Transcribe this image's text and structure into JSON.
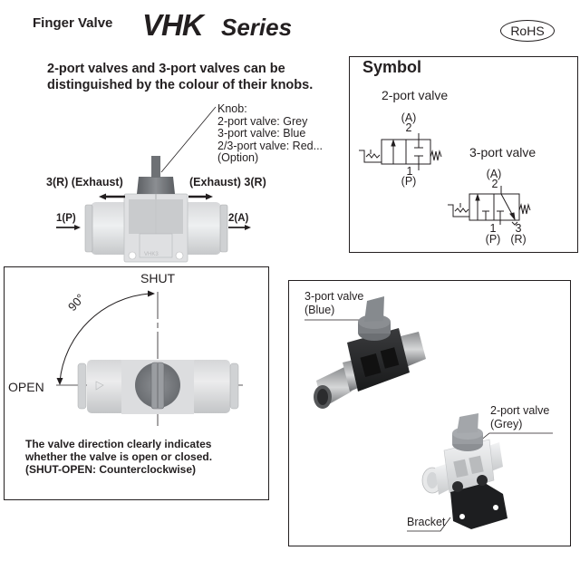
{
  "header": {
    "product_type": "Finger Valve",
    "series_code": "VHK",
    "series_word": "Series",
    "badge": "RoHS"
  },
  "intro": {
    "headline_line1": "2-port valves and 3-port valves can be",
    "headline_line2": "distinguished by the colour of their knobs."
  },
  "knob_note": {
    "lines": [
      "Knob:",
      "2-port valve: Grey",
      "3-port valve: Blue",
      "2/3-port valve: Red...",
      "(Option)"
    ]
  },
  "valve_diagram": {
    "exhaust_left": "3(R) (Exhaust)",
    "exhaust_right": "(Exhaust) 3(R)",
    "port_in": "1(P)",
    "port_out": "2(A)",
    "body_marking": "VHK3"
  },
  "symbol_panel": {
    "title": "Symbol",
    "two_port": {
      "label": "2-port valve",
      "top_port_name": "(A)",
      "top_port_num": "2",
      "bottom_port_num": "1",
      "bottom_port_name": "(P)"
    },
    "three_port": {
      "label": "3-port valve",
      "top_port_name": "(A)",
      "top_port_num": "2",
      "p_num": "1",
      "p_name": "(P)",
      "r_num": "3",
      "r_name": "(R)"
    }
  },
  "rotation_panel": {
    "shut_label": "SHUT",
    "open_label": "OPEN",
    "angle_label": "90°",
    "caption_lines": [
      "The valve direction clearly indicates",
      "whether the valve is open or closed.",
      "(SHUT-OPEN: Counterclockwise)"
    ]
  },
  "photo_panel": {
    "three_port_label_line1": "3-port valve",
    "three_port_label_line2": "(Blue)",
    "two_port_label_line1": "2-port valve",
    "two_port_label_line2": "(Grey)",
    "bracket_label": "Bracket"
  }
}
